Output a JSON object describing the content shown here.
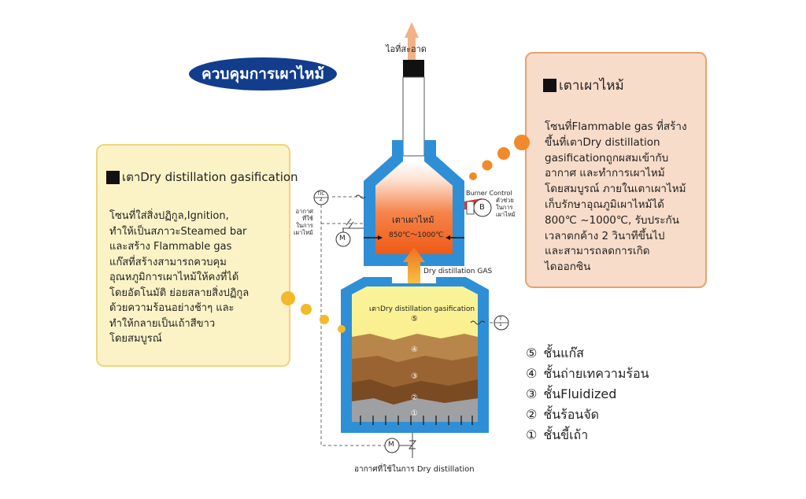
{
  "title": "ควบคุมการเผาไหม้",
  "exhaust_label": "ไอที่สะอาด",
  "left_box": {
    "heading": "เตาDry distillation gasification",
    "body": "โซนที่ใส่สิ่งปฏิกูล,Ignition,\nทำให้เป็นสภาวะSteamed bar\nและสร้าง Flammable gas\nแก๊สที่สร้างสามารถควบคุม\nอุณหภูมิการเผาไหม้ให้คงที่ได้\nโดยอัตโนมัติ ย่อยสลายสิ่งปฏิกูล\nด้วยความร้อนอย่างช้าๆ และ\nทำให้กลายเป็นเถ้าสีขาว\nโดยสมบูรณ์"
  },
  "right_box": {
    "heading": "เตาเผาไหม้",
    "body": "โซนที่Flammable gas ที่สร้าง\nขึ้นที่เตาDry distillation\ngasificationถูกผสมเข้ากับ\nอากาศ และทำการเผาไหม้\nโดยสมบูรณ์ ภายในเตาเผาไหม้\nเก็บรักษาอุณภูมิเผาไหม้ได้\n800℃ ~1000℃, รับประกัน\nเวลาตกค้าง 2 วินาทีขึ้นไป\nและสามารถลดการเกิด\nไดออกซิน"
  },
  "diagram": {
    "upper_furnace_label": "เตาเผาไหม้",
    "upper_furnace_temp": "850℃～1000℃",
    "gas_label": "Dry distillation GAS",
    "lower_furnace_label": "เตาDry distillation gasification",
    "burner_control": "Burner Control",
    "burner_letter": "B",
    "burner_note": "ตัวช่วย\nในการ\nเผาไหม้",
    "tic_label": "TIC\n2",
    "t_label": "T\n1",
    "motor_letter": "M",
    "air_label": "อากาศ\nที่ใช้\nในการ\nเผาไหม้",
    "bottom_label": "อากาศที่ใช้ในการ Dry distillation",
    "layer_numbers": [
      "⑤",
      "④",
      "③",
      "②",
      "①"
    ]
  },
  "legend": [
    {
      "num": "⑤",
      "text": "ชั้นแก๊ส"
    },
    {
      "num": "④",
      "text": "ชั้นถ่ายเทความร้อน"
    },
    {
      "num": "③",
      "text": "ชั้นFluidized"
    },
    {
      "num": "②",
      "text": "ชั้นร้อนจัด"
    },
    {
      "num": "①",
      "text": "ชั้นขี้เถ้า"
    }
  ],
  "colors": {
    "title_bg": "#123d8c",
    "furnace_wall": "#2e8fd6",
    "flame_orange": "#f0641e",
    "gas_yellow": "#f7ea7a",
    "dot_orange": "#f08a2a",
    "dot_yellow": "#f2b92a"
  }
}
